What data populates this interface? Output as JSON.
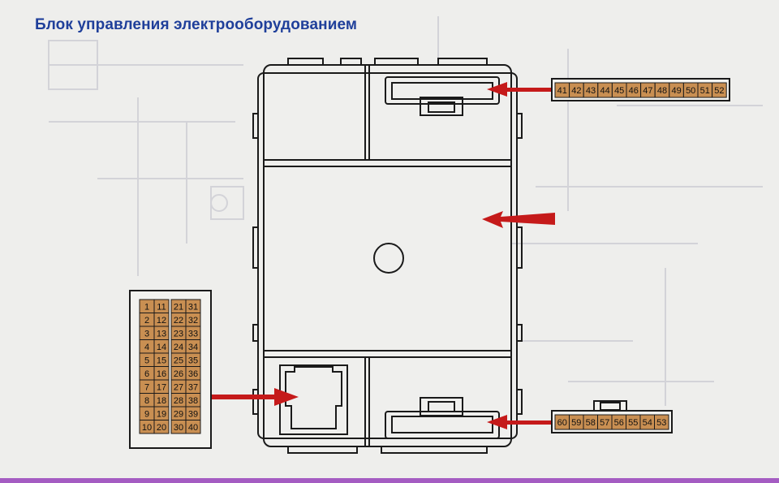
{
  "title": "Блок управления электрооборудованием",
  "colors": {
    "title": "#1f3f9a",
    "pin_fill": "#c98f52",
    "arrow": "#c51a1a",
    "outline": "#1a1a1a"
  },
  "connector_left": {
    "columns": [
      [
        "1",
        "2",
        "3",
        "4",
        "5",
        "6",
        "7",
        "8",
        "9",
        "10"
      ],
      [
        "11",
        "12",
        "13",
        "14",
        "15",
        "16",
        "17",
        "18",
        "19",
        "20"
      ],
      [
        "21",
        "22",
        "23",
        "24",
        "25",
        "26",
        "27",
        "28",
        "29",
        "30"
      ],
      [
        "31",
        "32",
        "33",
        "34",
        "35",
        "36",
        "37",
        "38",
        "39",
        "40"
      ]
    ]
  },
  "connector_top_right": {
    "pins": [
      "41",
      "42",
      "43",
      "44",
      "45",
      "46",
      "47",
      "48",
      "49",
      "50",
      "51",
      "52"
    ]
  },
  "connector_bottom_right": {
    "pins": [
      "60",
      "59",
      "58",
      "57",
      "56",
      "55",
      "54",
      "53"
    ]
  }
}
